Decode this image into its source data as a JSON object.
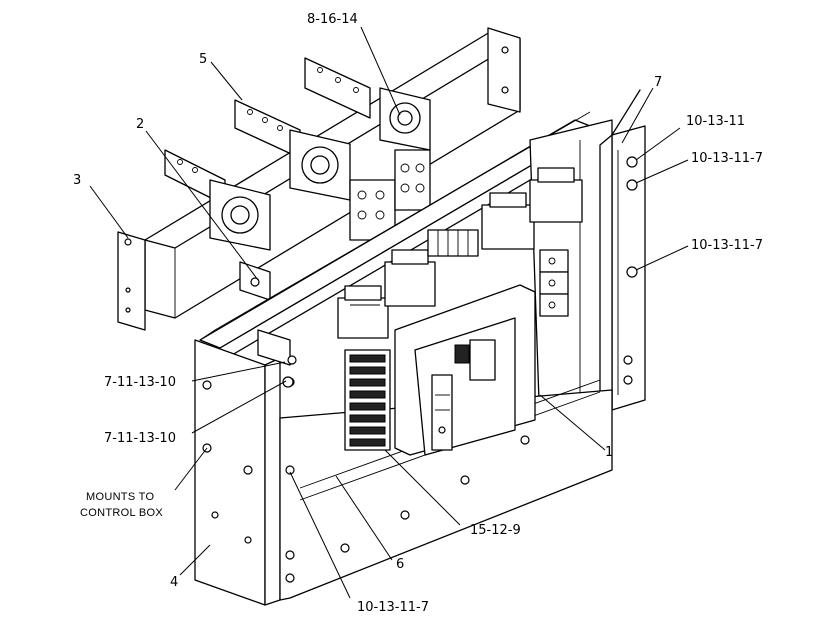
{
  "callouts": {
    "part_8_16_14": "8-16-14",
    "part_5": "5",
    "part_7": "7",
    "part_10_13_11": "10-13-11",
    "part_10_13_11_7_a": "10-13-11-7",
    "part_2": "2",
    "part_3": "3",
    "part_10_13_11_7_b": "10-13-11-7",
    "part_7_11_13_10_a": "7-11-13-10",
    "part_7_11_13_10_b": "7-11-13-10",
    "part_1": "1",
    "part_15_12_9": "15-12-9",
    "part_6": "6",
    "part_4": "4",
    "part_10_13_11_7_c": "10-13-11-7"
  },
  "notes": {
    "mounts_line1": "MOUNTS TO",
    "mounts_line2": "CONTROL BOX"
  }
}
